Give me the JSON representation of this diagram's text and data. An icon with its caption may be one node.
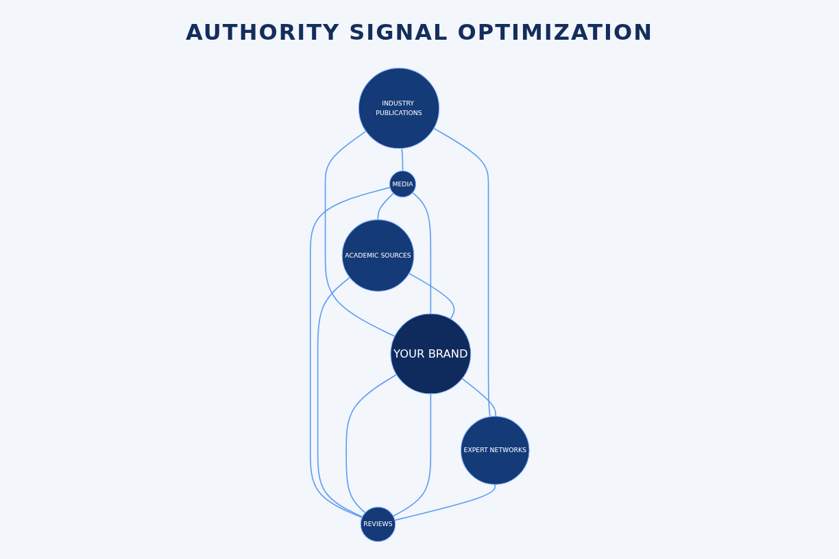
{
  "diagram": {
    "title": "AUTHORITY SIGNAL OPTIMIZATION",
    "nodes": [
      {
        "text": [
          "INDUSTRY PUBLICATIONS"
        ]
      },
      {
        "text": [
          "MEDIA"
        ]
      },
      {
        "text": [
          "ACADEMIC SOURCES"
        ]
      },
      {
        "text": [
          "YOUR BRAND"
        ]
      },
      {
        "text": [
          "EXPERT NETWORKS"
        ]
      },
      {
        "text": [
          "REVIEWS"
        ]
      }
    ],
    "edges": [
      {
        "from": 0,
        "to": 1,
        "arrow": "none"
      },
      {
        "from": 1,
        "to": 2,
        "arrow": "none"
      },
      {
        "from": 0,
        "to": 3,
        "arrow": "none"
      },
      {
        "from": 1,
        "to": 3,
        "arrow": "none"
      },
      {
        "from": 2,
        "to": 3,
        "arrow": "none"
      },
      {
        "from": 1,
        "to": 5,
        "arrow": "none"
      },
      {
        "from": 0,
        "to": 4,
        "arrow": "none"
      },
      {
        "from": 2,
        "to": 5,
        "arrow": "none"
      },
      {
        "from": 3,
        "to": 4,
        "arrow": "none"
      },
      {
        "from": 3,
        "to": 5,
        "arrow": "none"
      },
      {
        "from": 3,
        "to": 5,
        "arrow": "none"
      },
      {
        "from": 4,
        "to": 5,
        "arrow": "none"
      }
    ]
  }
}
